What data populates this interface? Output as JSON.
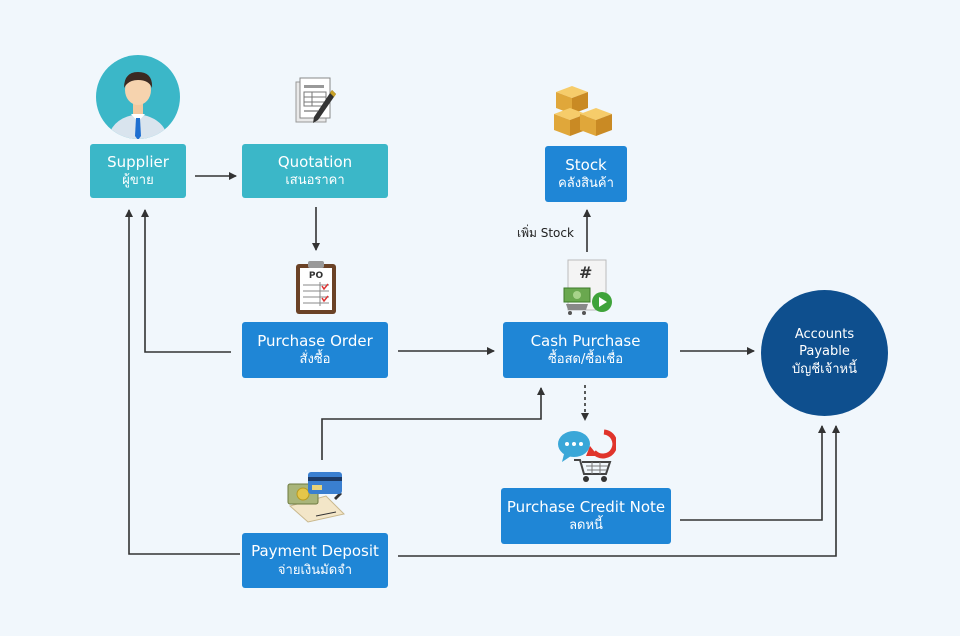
{
  "nodes": {
    "supplier": {
      "title": "Supplier",
      "subtitle": "ผู้ขาย"
    },
    "quotation": {
      "title": "Quotation",
      "subtitle": "เสนอราคา"
    },
    "purchase_order": {
      "title": "Purchase Order",
      "subtitle": "สั่งซื้อ"
    },
    "cash_purchase": {
      "title": "Cash Purchase",
      "subtitle": "ซื้อสด/ซื้อเชื่อ"
    },
    "stock": {
      "title": "Stock",
      "subtitle": "คลังสินค้า"
    },
    "accounts_payable": {
      "title1": "Accounts",
      "title2": "Payable",
      "subtitle": "บัญชีเจ้าหนี้"
    },
    "purchase_credit_note": {
      "title": "Purchase Credit Note",
      "subtitle": "ลดหนี้"
    },
    "payment_deposit": {
      "title": "Payment Deposit",
      "subtitle": "จ่ายเงินมัดจำ"
    }
  },
  "edges": {
    "add_stock_label": "เพิ่ม Stock",
    "po_badge": "PO",
    "hash_badge": "#"
  },
  "colors": {
    "teal": "#3bb7c8",
    "blue": "#1f86d6",
    "navy": "#0e4f8e",
    "arrow": "#333333",
    "background": "#f1f7fc"
  },
  "icons": [
    "person-avatar-icon",
    "quotation-document-icon",
    "po-clipboard-icon",
    "stock-boxes-icon",
    "cash-purchase-icon",
    "credit-note-cart-icon",
    "payment-card-icon"
  ]
}
